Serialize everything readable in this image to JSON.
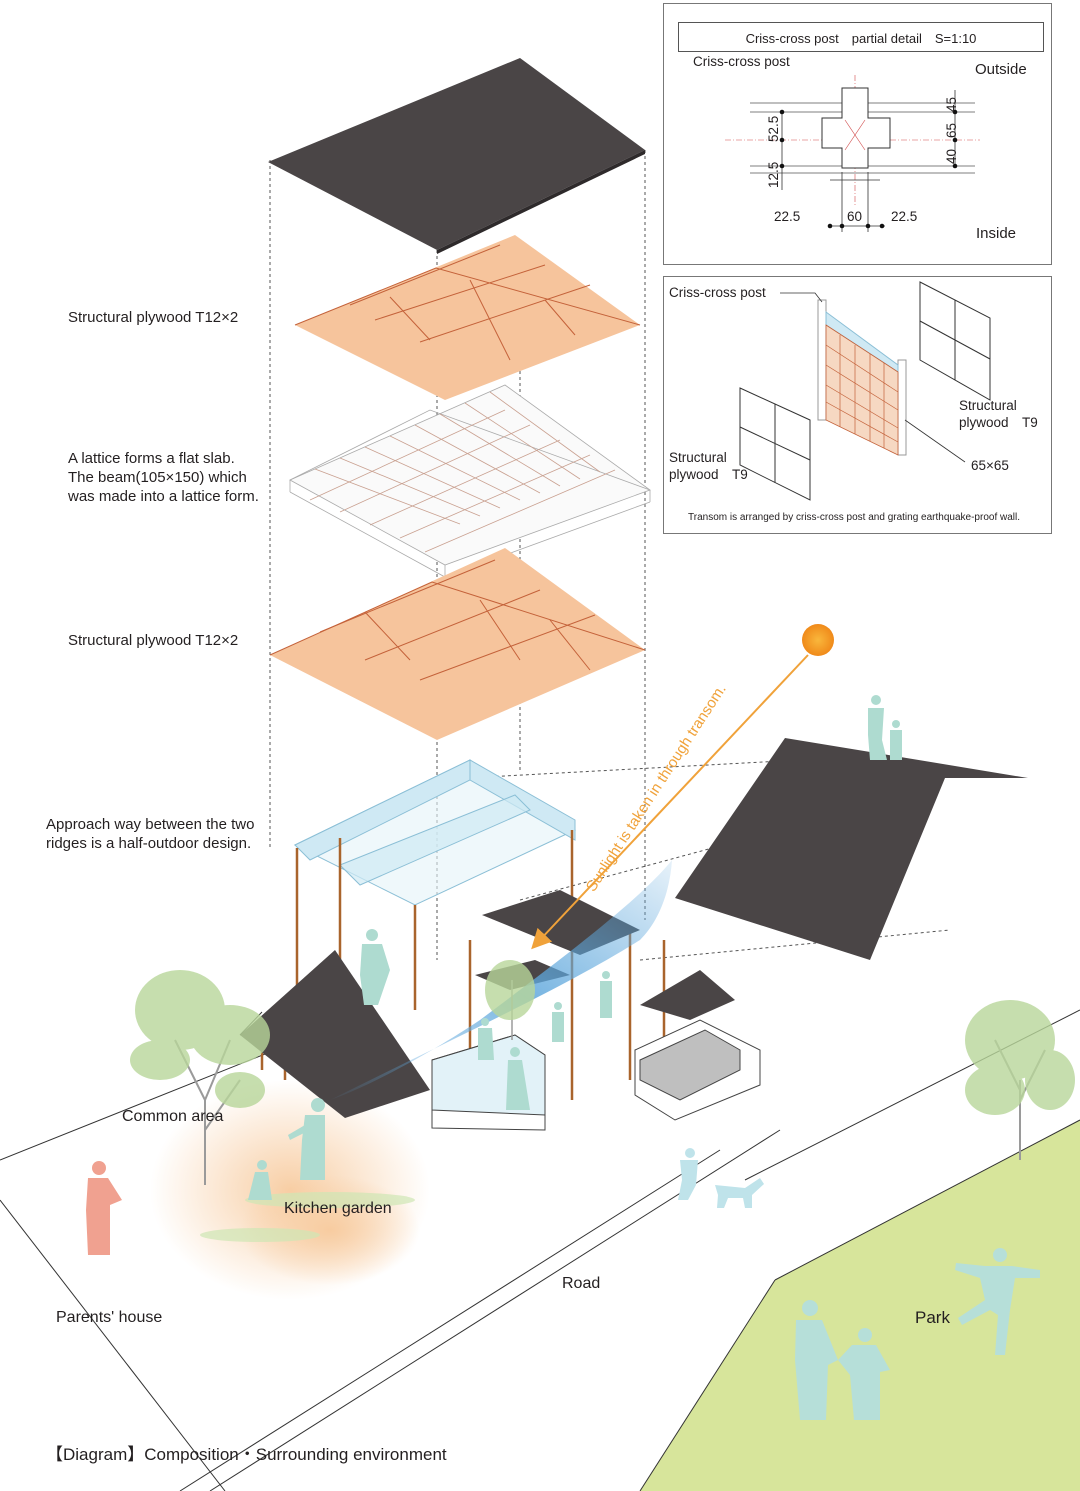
{
  "colors": {
    "roof": "#4a4546",
    "plywood": "#f6c49c",
    "plywood_line": "#c4623a",
    "glass": "#cfe9f4",
    "glass_line": "#8bbfd6",
    "post": "#a9642c",
    "figure": "#aedbd0",
    "figure_blue": "#bfe3ea",
    "parent_figure": "#f0a190",
    "park": "#d7e59b",
    "sun": "#f4a21d",
    "sunlight_arrow": "#f0a23a",
    "beam_blue": "#5ea7dc",
    "tree": "#b8d69a"
  },
  "labels": {
    "plywood_top": "Structural plywood T12×2",
    "lattice": "A lattice forms a flat slab.\nThe beam(105×150) which\nwas made into a lattice form.",
    "plywood_bottom": "Structural plywood T12×2",
    "approach": "Approach way between the two\nridges is a half-outdoor design.",
    "sunlight": "Sunlight is taken in through transom.",
    "common_area": "Common area",
    "kitchen_garden": "Kitchen garden",
    "parents_house": "Parents' house",
    "road": "Road",
    "park": "Park",
    "caption": "【Diagram】Composition・Surrounding environment"
  },
  "detail_plan": {
    "title": "Criss-cross post　partial detail　S=1:10",
    "post_label": "Criss-cross post",
    "outside": "Outside",
    "inside": "Inside",
    "dims_h": [
      "22.5",
      "60",
      "22.5"
    ],
    "dims_left": [
      "52.5",
      "12.5"
    ],
    "dims_right": [
      "45",
      "65",
      "40"
    ]
  },
  "detail_iso": {
    "post_label": "Criss-cross post",
    "plywood_right": "Structural\nplywood　T9",
    "plywood_left": "Structural\nplywood　T9",
    "size": "65×65",
    "note": "Transom is arranged by criss-cross post and grating earthquake-proof wall."
  }
}
